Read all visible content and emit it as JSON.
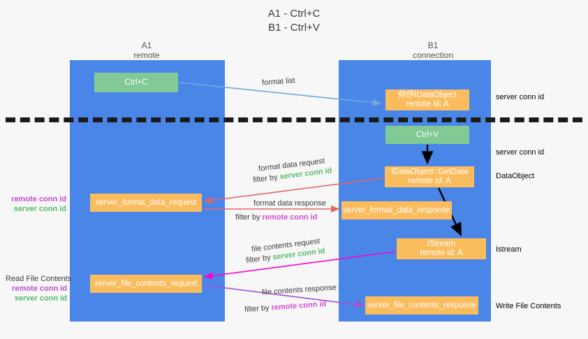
{
  "title": {
    "line1": "A1 - Ctrl+C",
    "line2": "B1 - Ctrl+V"
  },
  "lanes": [
    {
      "id": "a1",
      "name": "A1",
      "sub": "remote",
      "color": "#4a86e8"
    },
    {
      "id": "b1",
      "name": "B1",
      "sub": "connection",
      "color": "#4a86e8"
    }
  ],
  "nodes": {
    "ctrl_c": {
      "line1": "Ctrl+C",
      "line2": "",
      "color": "#81c995"
    },
    "data_object": {
      "line1": "侭伃IDataObject",
      "line2": "remote id: A",
      "color": "#fbbc5e"
    },
    "ctrl_v": {
      "line1": "Ctrl+V",
      "line2": "",
      "color": "#81c995"
    },
    "get_data": {
      "line1": "IDataObject::GetData",
      "line2": "remote id: A",
      "color": "#fbbc5e"
    },
    "format_request": {
      "line1": "server_format_data_request",
      "line2": "",
      "color": "#fbbc5e"
    },
    "format_response": {
      "line1": "server_format_data_response",
      "line2": "",
      "color": "#fbbc5e"
    },
    "istream": {
      "line1": "IStream",
      "line2": "remote id: A",
      "color": "#fbbc5e"
    },
    "file_request": {
      "line1": "server_file_contents_request",
      "line2": "",
      "color": "#fbbc5e"
    },
    "file_response": {
      "line1": "server_file_contents_response",
      "line2": "",
      "color": "#fbbc5e"
    }
  },
  "arrow_labels": {
    "format_list": "format list",
    "format_data_request": "format data request",
    "format_data_request_filter_prefix": "filter by ",
    "format_data_request_filter_key": "server conn id",
    "format_data_response": "format data response",
    "format_data_response_filter_prefix": "filter by ",
    "format_data_response_filter_key": "remote conn id",
    "file_contents_request": "file contents request",
    "file_contents_request_filter_prefix": "filter by ",
    "file_contents_request_filter_key": "server conn id",
    "file_contents_response": "file contents response",
    "file_contents_response_filter_prefix": "filter by ",
    "file_contents_response_filter_key": "remote conn id"
  },
  "annotations": {
    "left_block_1": {
      "remote": "remote conn id",
      "server": "server conn id"
    },
    "left_block_2": {
      "heading": "Read File Contents",
      "remote": "remote conn id",
      "server": "server conn id"
    },
    "right_server_conn_top": "server conn id",
    "right_server_conn_mid": "server conn id",
    "right_data_object": "DataObject",
    "right_istream": "Istream",
    "right_write_file": "Write File Contents"
  },
  "colors": {
    "lane": "#4a86e8",
    "green_node": "#81c995",
    "orange_node": "#fbbc5e",
    "green_text": "#57bb69",
    "magenta_text": "#c24fd1",
    "arrow_blue": "#6fa8dc",
    "arrow_red": "#e06666",
    "arrow_magenta": "#ff00c8",
    "arrow_purple": "#a64fd1",
    "arrow_black": "#000000",
    "background": "#f7f7f7"
  }
}
